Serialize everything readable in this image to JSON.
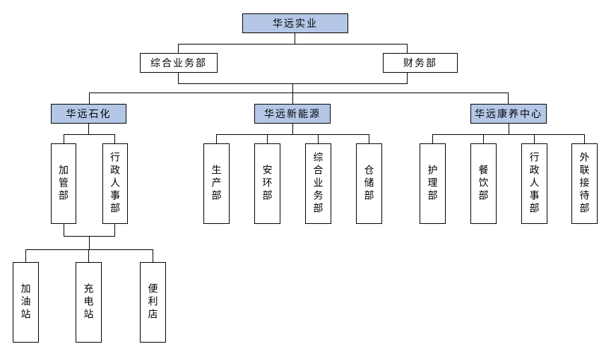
{
  "page": {
    "background": "#ffffff"
  },
  "org_chart": {
    "colors": {
      "division_fill": "#b4c7e7",
      "dept_fill": "#ffffff",
      "border": "#000000",
      "line": "#000000",
      "text": "#000000"
    },
    "root": {
      "label": "华远实业"
    },
    "staff_departments": [
      {
        "label": "综合业务部"
      },
      {
        "label": "财务部"
      }
    ],
    "divisions": [
      {
        "label": "华远石化",
        "departments": [
          {
            "label": "加管部"
          },
          {
            "label": "行政人事部"
          }
        ],
        "sub_units": [
          {
            "label": "加油站"
          },
          {
            "label": "充电站"
          },
          {
            "label": "便利店"
          }
        ]
      },
      {
        "label": "华远新能源",
        "departments": [
          {
            "label": "生产部"
          },
          {
            "label": "安环部"
          },
          {
            "label": "综合业务部"
          },
          {
            "label": "仓储部"
          }
        ]
      },
      {
        "label": "华远康养中心",
        "departments": [
          {
            "label": "护理部"
          },
          {
            "label": "餐饮部"
          },
          {
            "label": "行政人事部"
          },
          {
            "label": "外联接待部"
          }
        ]
      }
    ]
  }
}
